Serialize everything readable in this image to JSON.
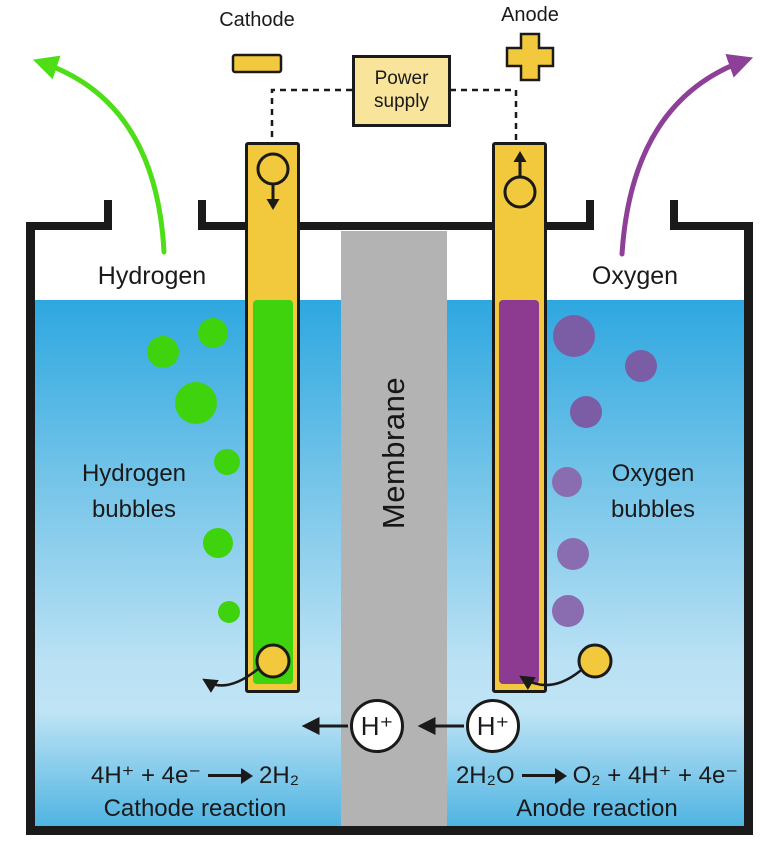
{
  "title_labels": {
    "cathode": "Cathode",
    "anode": "Anode"
  },
  "power_supply": {
    "label": "Power supply"
  },
  "gas": {
    "left": "Hydrogen",
    "right": "Oxygen"
  },
  "bubbles": {
    "left_label": "Hydrogen bubbles",
    "right_label": "Oxygen bubbles"
  },
  "membrane": {
    "label": "Membrane"
  },
  "ions": {
    "label": "H⁺"
  },
  "reactions": {
    "cathode": {
      "lhs": "4H⁺ + 4e⁻",
      "rhs": "2H₂",
      "caption": "Cathode reaction"
    },
    "anode": {
      "lhs": "2H₂O",
      "rhs": "O₂ + 4H⁺ + 4e⁻",
      "caption": "Anode reaction"
    }
  },
  "colors": {
    "ink": "#1a1a1a",
    "yellow": "#F2C83D",
    "yellow_light": "#F8E49B",
    "green": "#3FD30E",
    "green_arrow": "#4EDE17",
    "purple": "#8D3B90",
    "purple_arrow": "#8E3F98",
    "purple_bubble": "#8A6DB1",
    "purple_bubble_dark": "#7B5DA6",
    "membrane": "#B3B3B4",
    "water_top": "#2EA7E0",
    "water_mid": "#76C5E9",
    "water_light": "#B9E1F4",
    "water_light2": "#BFE4F5",
    "water_bottom": "#4FB4E2"
  }
}
